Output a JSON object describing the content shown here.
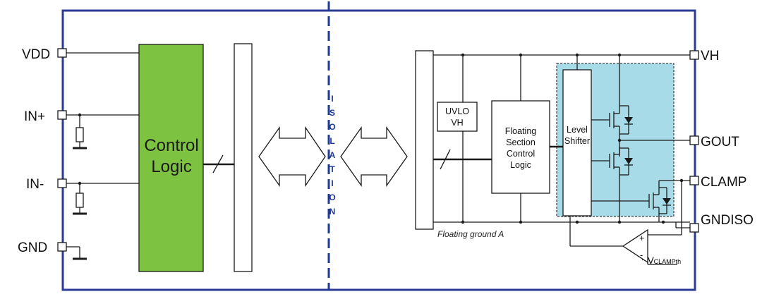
{
  "pins_left": {
    "vdd": "VDD",
    "in_plus": "IN+",
    "in_minus": "IN-",
    "gnd": "GND"
  },
  "pins_right": {
    "vh": "VH",
    "gout": "GOUT",
    "clamp": "CLAMP",
    "gndiso": "GNDISO"
  },
  "blocks": {
    "control_logic_line1": "Control",
    "control_logic_line2": "Logic",
    "uvlo_line1": "UVLO",
    "uvlo_line2": "VH",
    "floating_line1": "Floating",
    "floating_line2": "Section",
    "floating_line3": "Control",
    "floating_line4": "Logic",
    "level_line1": "Level",
    "level_line2": "Shifter"
  },
  "isolation_letters": [
    "I",
    "S",
    "O",
    "L",
    "A",
    "T",
    "I",
    "O",
    "N"
  ],
  "floating_ground_label": "Floating ground A",
  "comparator": {
    "plus": "+",
    "minus": "-",
    "ref_main": "V",
    "ref_sub": "CLAMPth"
  },
  "colors": {
    "border": "#2b3b96",
    "control_logic_fill": "#7dc241",
    "driver_region_fill": "#a8dbe8",
    "isolation_line": "#1f3a93"
  }
}
